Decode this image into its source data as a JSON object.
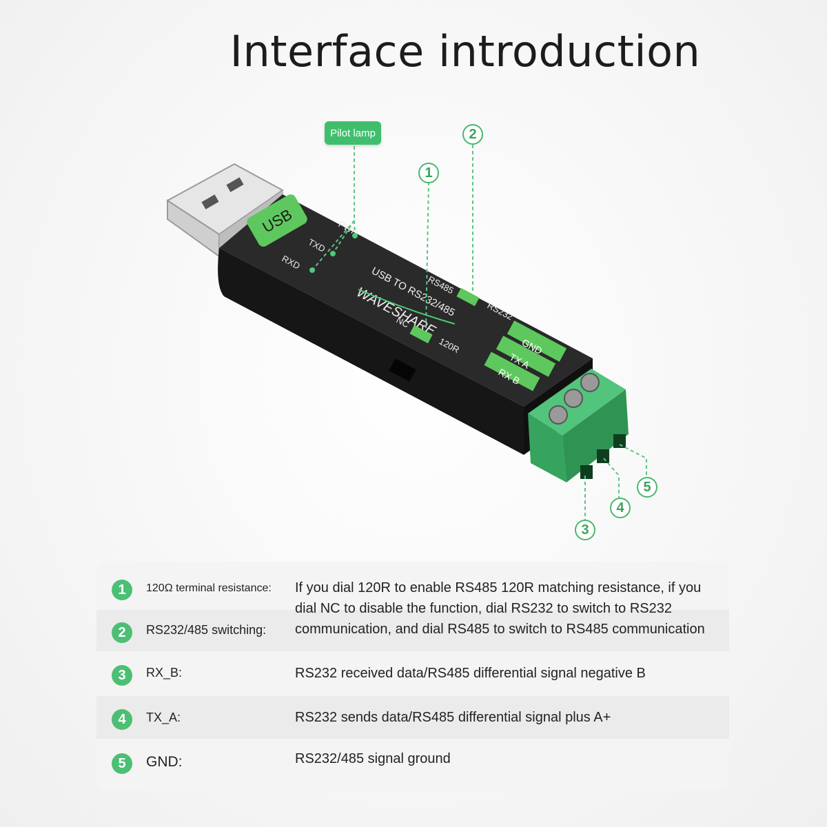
{
  "title": "Interface introduction",
  "pilot_lamp_label": "Pilot lamp",
  "device_labels": {
    "usb": "USB",
    "pwr": "PWR",
    "txd": "TXD",
    "rxd": "RXD",
    "brand": "WAVESHARE",
    "model": "USB TO RS232/485",
    "rs485": "RS485",
    "rs232": "RS232",
    "nc": "NC",
    "r120": "120R",
    "gnd": "GND",
    "tx_a": "TX A",
    "rx_b": "RX B"
  },
  "callouts": [
    "1",
    "2",
    "3",
    "4",
    "5"
  ],
  "table": [
    {
      "num": "1",
      "label": "120Ω terminal resistance:",
      "desc": "If you dial 120R to enable RS485 120R matching resistance, if you dial NC to disable the function, dial RS232 to switch to RS232 communication, and dial RS485 to switch to RS485 communication"
    },
    {
      "num": "2",
      "label": "RS232/485 switching:",
      "desc": ""
    },
    {
      "num": "3",
      "label": "RX_B:",
      "desc": "RS232 received data/RS485 differential signal negative B"
    },
    {
      "num": "4",
      "label": "TX_A:",
      "desc": "RS232 sends data/RS485 differential signal plus A+"
    },
    {
      "num": "5",
      "label": "GND:",
      "desc": "RS232/485 signal ground"
    }
  ],
  "colors": {
    "accent_green": "#4cbf74",
    "device_body": "#1c1c1c",
    "terminal_green": "#3fbf6e"
  }
}
